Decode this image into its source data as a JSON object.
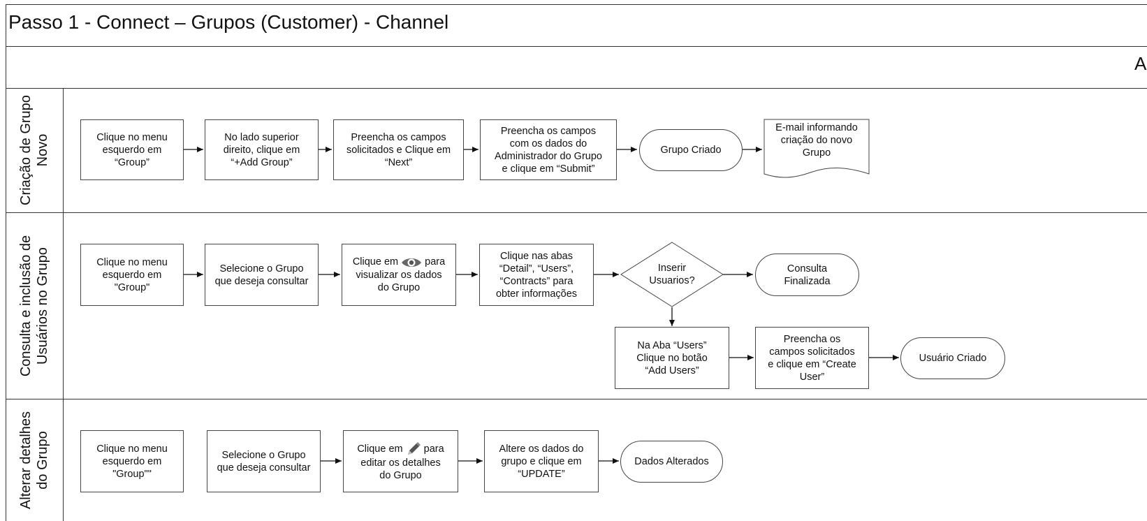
{
  "title": "Passo 1 - Connect – Grupos (Customer) - Channel",
  "header_letter": "A",
  "lanes": [
    {
      "label": "Criação de Grupo\nNovo",
      "steps": [
        "Clique no menu\nesquerdo em\n“Group”",
        "No lado superior\ndireito, clique em\n“+Add Group”",
        "Preencha os campos\nsolicitados e Clique em\n“Next”",
        "Preencha os campos\ncom os dados do\nAdministrador do Grupo\ne clique em “Submit”"
      ],
      "terminal": "Grupo Criado",
      "document": "E-mail informando\ncriação do novo\nGrupo"
    },
    {
      "label": "Consulta e inclusão de\nUsuários no Grupo",
      "steps": [
        "Clique no menu\nesquerdo em\n\"Group\"",
        "Selecione o Grupo\nque deseja consultar",
        "Clique em",
        "para",
        "visualizar os dados\ndo Grupo",
        "Clique nas abas\n“Detail”, “Users”,\n“Contracts” para\nobter informações"
      ],
      "decision": "Inserir\nUsuarios?",
      "terminal_end": "Consulta\nFinalizada",
      "add_users": "Na Aba “Users”\nClique no botão\n“Add Users”",
      "fill_fields": "Preencha os\ncampos solicitados\ne clique em “Create\nUser”",
      "terminal_user": "Usuário Criado",
      "icon": "eye-icon"
    },
    {
      "label": "Alterar detalhes\ndo Grupo",
      "steps": [
        "Clique no menu\nesquerdo em\n\"Group\"\"",
        "Selecione o Grupo\nque deseja consultar",
        "Clique em",
        "para",
        "editar os detalhes\ndo Grupo",
        "Altere os dados do\ngrupo e clique em\n“UPDATE”"
      ],
      "terminal": "Dados Alterados",
      "icon": "pencil-icon"
    }
  ]
}
